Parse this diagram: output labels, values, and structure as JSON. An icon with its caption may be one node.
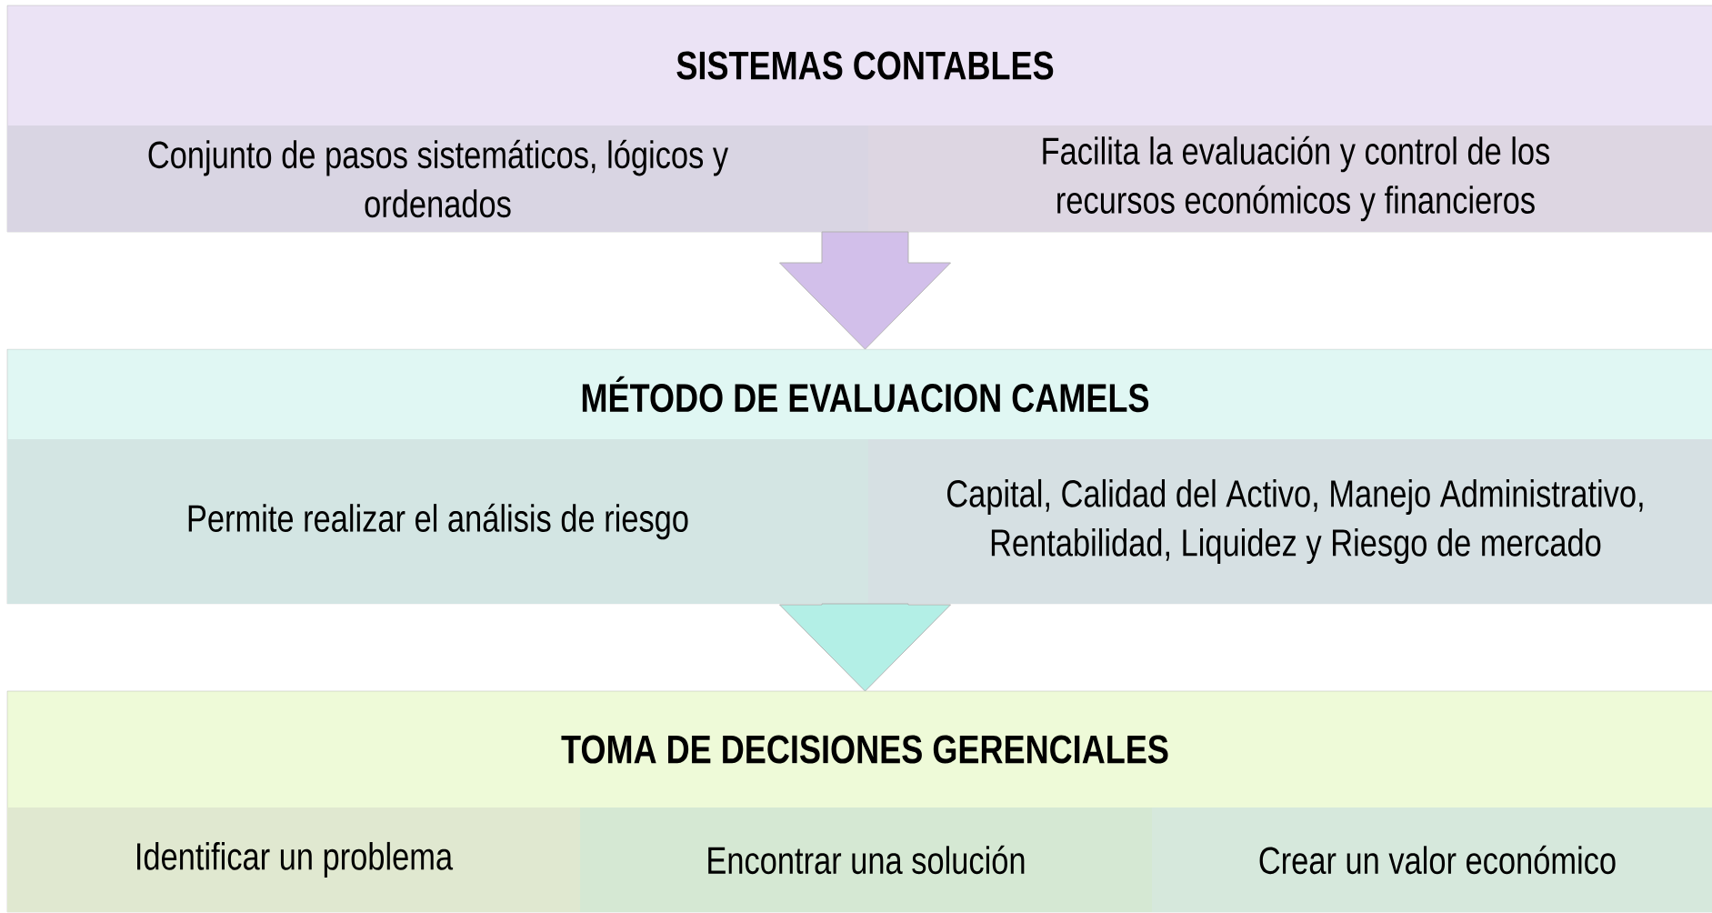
{
  "diagram": {
    "nodes": [
      {
        "text": [
          "SISTEMAS CONTABLES"
        ]
      },
      {
        "text": [
          "Conjunto de pasos sistemáticos, lógicos y ordenados"
        ],
        "in": 0
      },
      {
        "text": [
          "Facilita la evaluación y control de los recursos económicos y financieros"
        ],
        "in": 0
      },
      {
        "text": [
          "MÉTODO DE EVALUACION CAMELS"
        ]
      },
      {
        "text": [
          "Permite realizar el análisis de riesgo"
        ],
        "in": 3
      },
      {
        "text": [
          "Capital, Calidad del Activo, Manejo Administrativo, Rentabilidad, Liquidez y Riesgo de mercado"
        ],
        "in": 3
      },
      {
        "text": [
          "TOMA DE DECISIONES GERENCIALES"
        ]
      },
      {
        "text": [
          "Identificar un problema"
        ],
        "in": 6
      },
      {
        "text": [
          "Encontrar una solución"
        ],
        "in": 6
      },
      {
        "text": [
          "Crear un valor económico"
        ],
        "in": 6
      }
    ],
    "edges": [
      {
        "from": 0,
        "to": 3,
        "arrow": "to",
        "color": "#d2bfea"
      },
      {
        "from": 3,
        "to": 6,
        "arrow": "to",
        "color": "#b3efe6"
      }
    ]
  }
}
